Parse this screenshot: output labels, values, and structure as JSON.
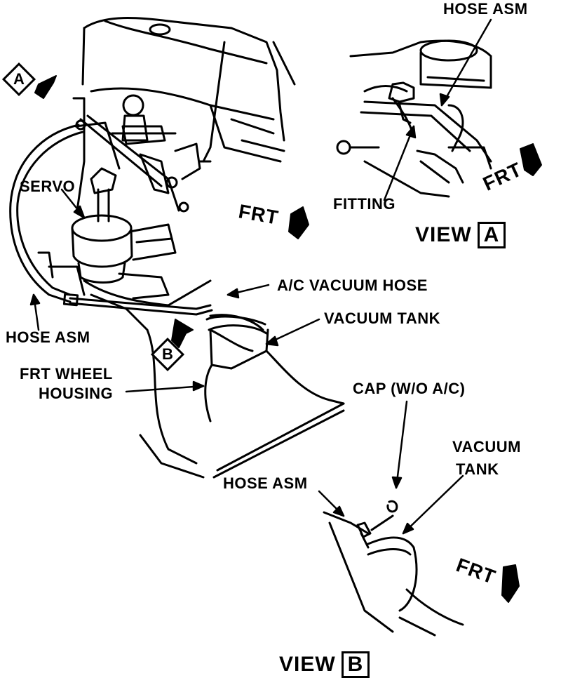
{
  "labels": {
    "hose_asm_top": "HOSE ASM",
    "servo": "SERVO",
    "fitting": "FITTING",
    "ac_vacuum_hose": "A/C VACUUM HOSE",
    "vacuum_tank_main": "VACUUM TANK",
    "hose_asm_left": "HOSE ASM",
    "frt_wheel_line1": "FRT WHEEL",
    "frt_wheel_line2": "HOUSING",
    "cap_wo_ac": "CAP (W/O A/C)",
    "vacuum_line1": "VACUUM",
    "tank_line2": "TANK",
    "hose_asm_viewb": "HOSE ASM"
  },
  "views": {
    "view_a_word": "VIEW",
    "view_a_letter": "A",
    "view_b_word": "VIEW",
    "view_b_letter": "B"
  },
  "markers": {
    "marker_a": "A",
    "marker_b": "B"
  },
  "frt": {
    "frt_main": "FRT",
    "frt_view_a": "FRT",
    "frt_view_b": "FRT"
  }
}
